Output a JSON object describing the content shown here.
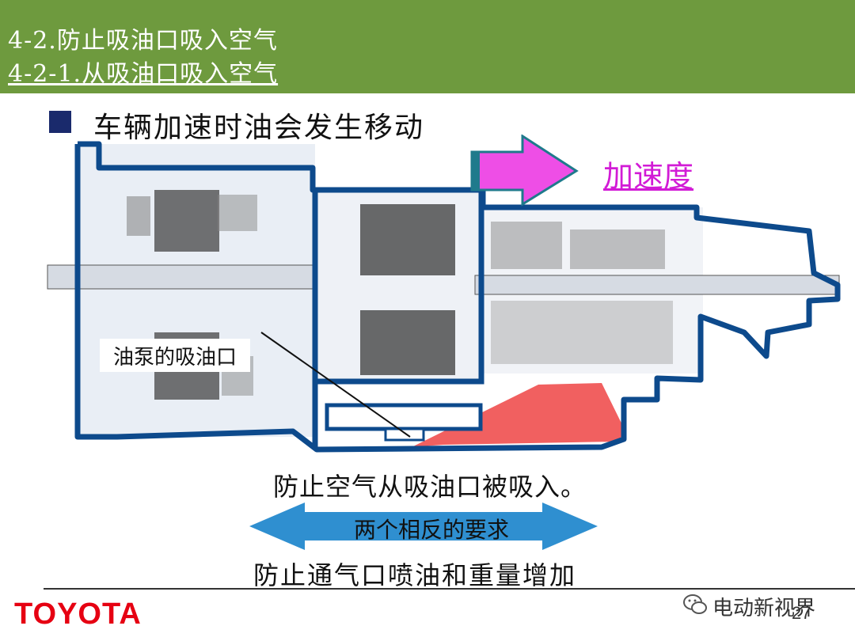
{
  "header": {
    "line1": "4-2.防止吸油口吸入空气",
    "line2": "4-2-1.从吸油口吸入空气",
    "bg_color": "#6e9a3e"
  },
  "bullet": "车辆加速时油会发生移动",
  "diagram": {
    "accel_label": "加速度",
    "pump_inlet_label": "油泵的吸油口",
    "outline_color": "#0d4a8c",
    "arrow_color": "#ee4ee6",
    "oil_color": "#ef4444"
  },
  "requirements": {
    "first": "防止空气从吸油口被吸入。",
    "arrow_label": "两个相反的要求",
    "second": "防止通气口喷油和重量增加"
  },
  "footer": {
    "logo": "TOYOTA",
    "source": "电动新视界",
    "page": "27"
  }
}
